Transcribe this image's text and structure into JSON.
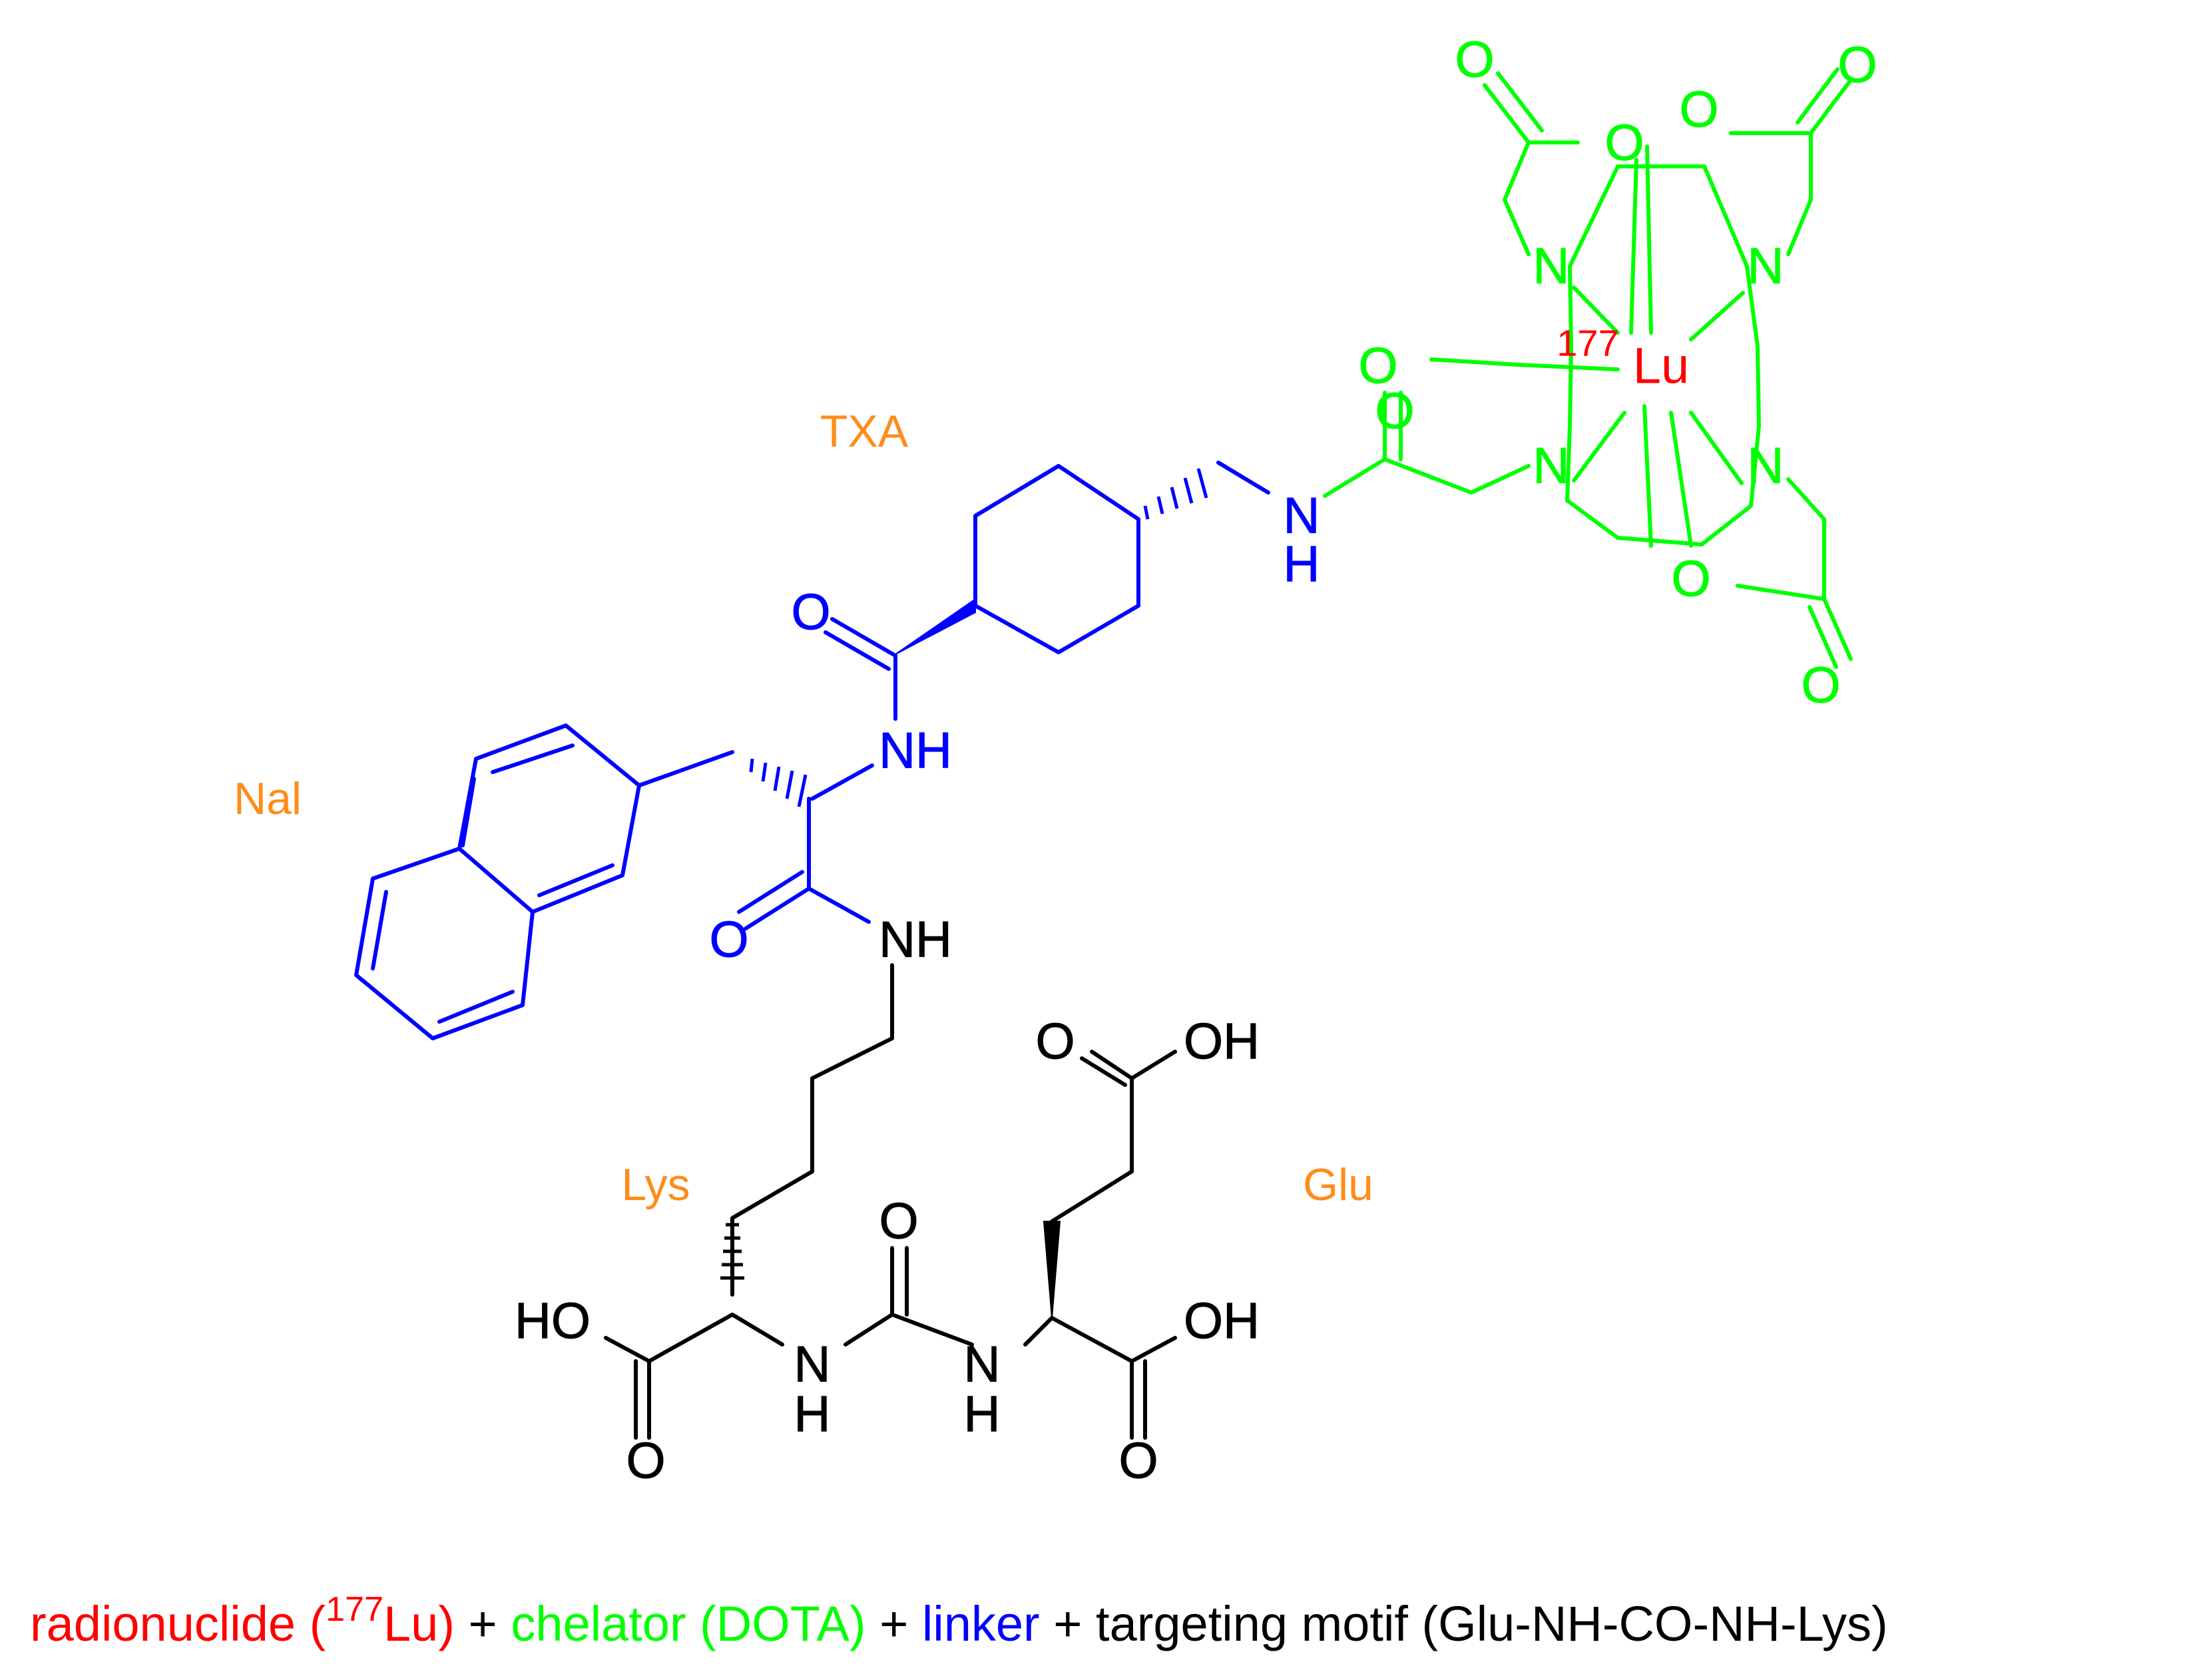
{
  "colors": {
    "radionuclide": "#ff0000",
    "chelator": "#00ff00",
    "linker": "#0000ff",
    "motif": "#000000",
    "fragment_label": "#ff8c1a"
  },
  "atoms": {
    "oxygen": "O",
    "nitrogen": "N",
    "hydrogen": "H",
    "amine": "NH",
    "hydroxyl_left": "HO",
    "hydroxyl_right": "OH",
    "lutetium": "Lu",
    "lutetium_mass": "177"
  },
  "fragment_labels": {
    "txa": "TXA",
    "nal": "Nal",
    "lys": "Lys",
    "glu": "Glu"
  },
  "caption": {
    "radionuclide_prefix": "radionuclide (",
    "radionuclide_mass": "177",
    "radionuclide_suffix": "Lu)",
    "plus_1": " + ",
    "chelator": "chelator (DOTA)",
    "plus_2": " + ",
    "linker": "linker",
    "plus_3": " + ",
    "targeting_motif": "targeting motif (Glu-NH-CO-NH-Lys)"
  }
}
